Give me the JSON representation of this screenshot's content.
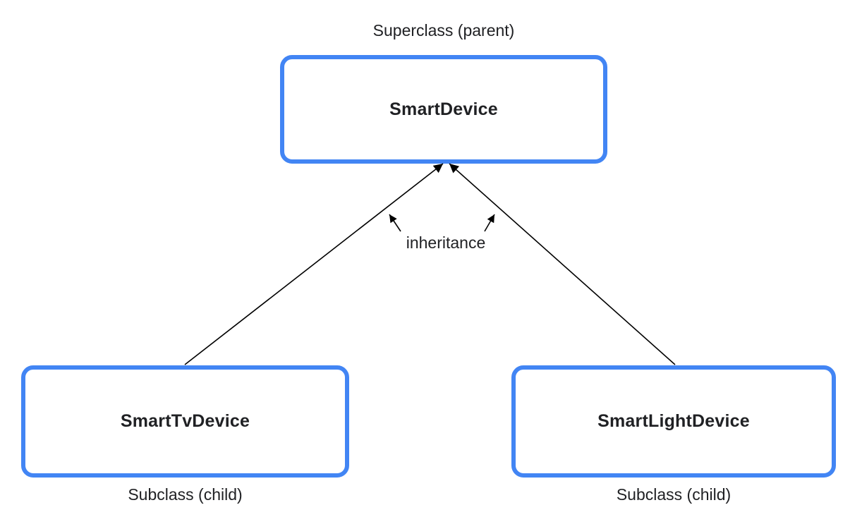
{
  "diagram": {
    "superclass_caption": "Superclass (parent)",
    "superclass": {
      "name": "SmartDevice"
    },
    "edge_label": "inheritance",
    "subclasses": [
      {
        "name": "SmartTvDevice",
        "caption": "Subclass (child)"
      },
      {
        "name": "SmartLightDevice",
        "caption": "Subclass (child)"
      }
    ],
    "colors": {
      "box_border": "#4285F4",
      "box_fill": "#FFFFFF",
      "line": "#000000",
      "text": "#202124"
    }
  }
}
